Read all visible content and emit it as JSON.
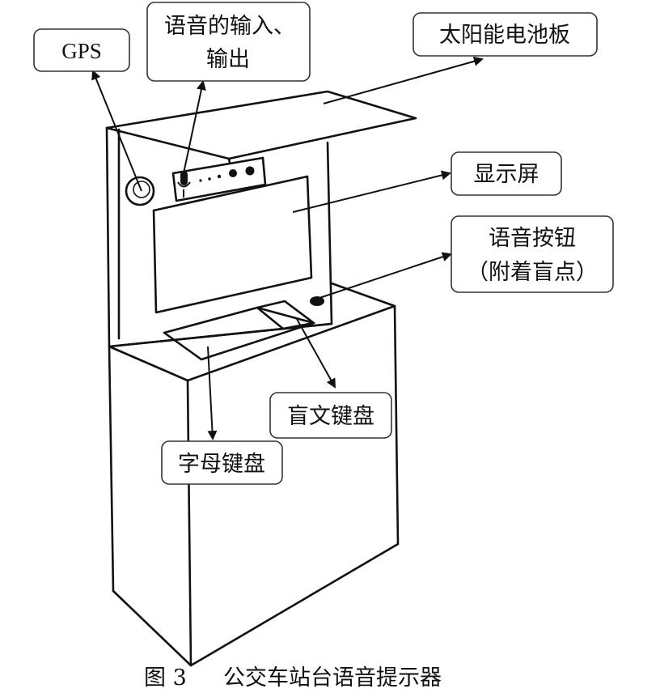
{
  "labels": {
    "gps": "GPS",
    "voice_io_line1": "语音的输入、",
    "voice_io_line2": "输出",
    "solar_panel": "太阳能电池板",
    "display_screen": "显示屏",
    "voice_button_line1": "语音按钮",
    "voice_button_line2": "（附着盲点）",
    "braille_keyboard": "盲文键盘",
    "letter_keyboard": "字母键盘"
  },
  "caption": {
    "number": "图 3",
    "title": "公交车站台语音提示器"
  },
  "colors": {
    "line": "#111111",
    "label_border": "#333333",
    "background": "#ffffff"
  }
}
